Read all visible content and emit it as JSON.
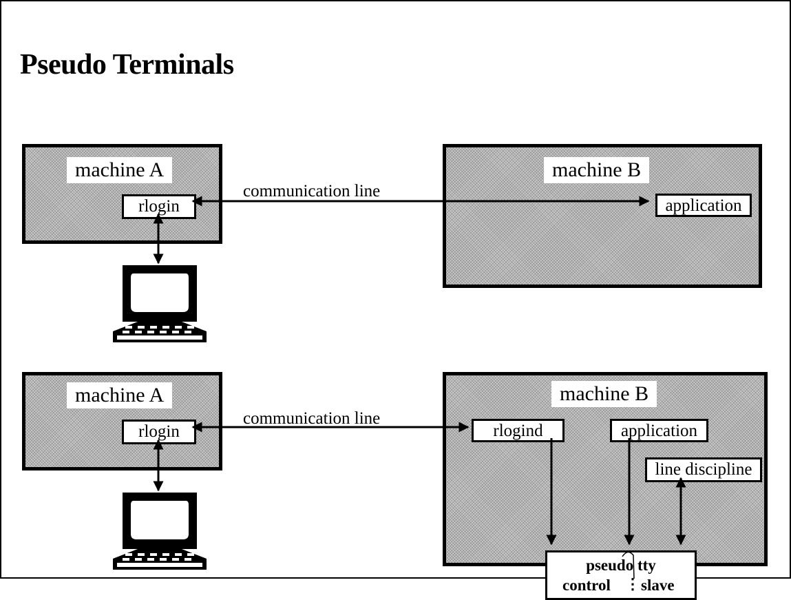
{
  "title": "Pseudo Terminals",
  "top": {
    "machine_a": {
      "label": "machine A",
      "process": "rlogin"
    },
    "link_label": "communication line",
    "machine_b": {
      "label": "machine B",
      "process": "application"
    }
  },
  "bottom": {
    "machine_a": {
      "label": "machine A",
      "process": "rlogin"
    },
    "link_label": "communication line",
    "machine_b": {
      "label": "machine B",
      "processes": {
        "rlogind": "rlogind",
        "application": "application",
        "line_discipline": "line discipline"
      },
      "pty": {
        "title": "pseudo tty",
        "control": "control",
        "slave": "slave"
      }
    }
  }
}
